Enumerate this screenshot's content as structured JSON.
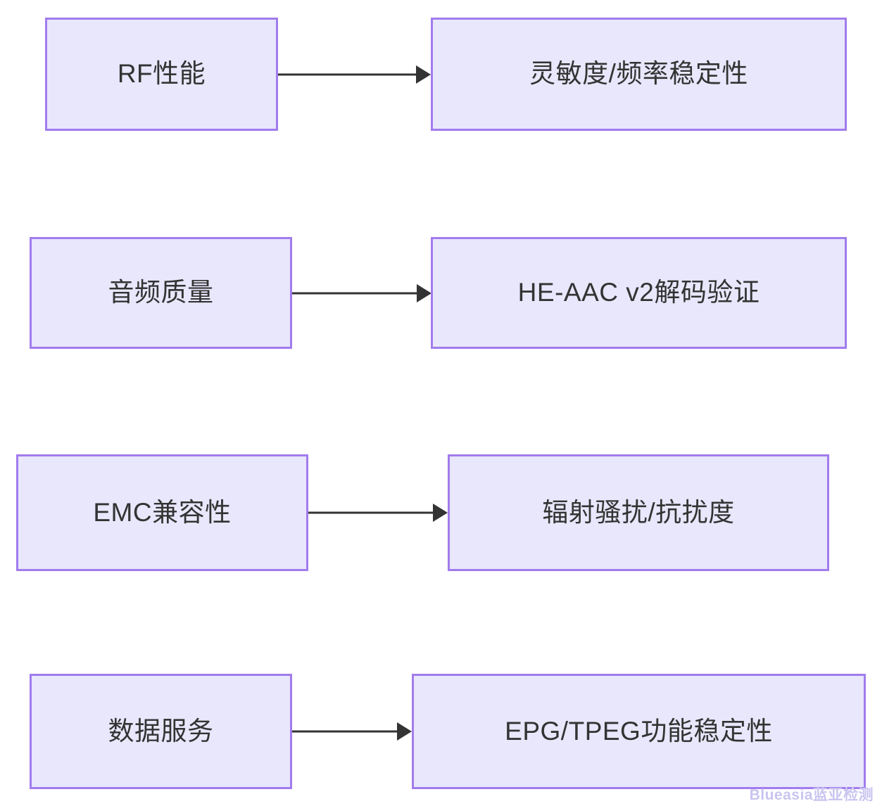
{
  "diagram": {
    "type": "flowchart",
    "orientation": "left-to-right pairs",
    "colors": {
      "node_fill": "#e8e7fc",
      "node_border": "#a17ced",
      "edge": "#333333",
      "text": "#333333",
      "background": "#ffffff",
      "watermark": "#c9c4f0"
    },
    "rows": [
      {
        "source": {
          "label": "RF性能"
        },
        "target": {
          "label": "灵敏度/频率稳定性"
        },
        "edge": {
          "label": "",
          "arrow": "single"
        }
      },
      {
        "source": {
          "label": "音频质量"
        },
        "target": {
          "label": "HE-AAC v2解码验证"
        },
        "edge": {
          "label": "",
          "arrow": "single"
        }
      },
      {
        "source": {
          "label": "EMC兼容性"
        },
        "target": {
          "label": "辐射骚扰/抗扰度"
        },
        "edge": {
          "label": "",
          "arrow": "single"
        }
      },
      {
        "source": {
          "label": "数据服务"
        },
        "target": {
          "label": "EPG/TPEG功能稳定性"
        },
        "edge": {
          "label": "",
          "arrow": "single"
        }
      }
    ]
  },
  "watermark": {
    "text": "Blueasia蓝亚检测"
  }
}
